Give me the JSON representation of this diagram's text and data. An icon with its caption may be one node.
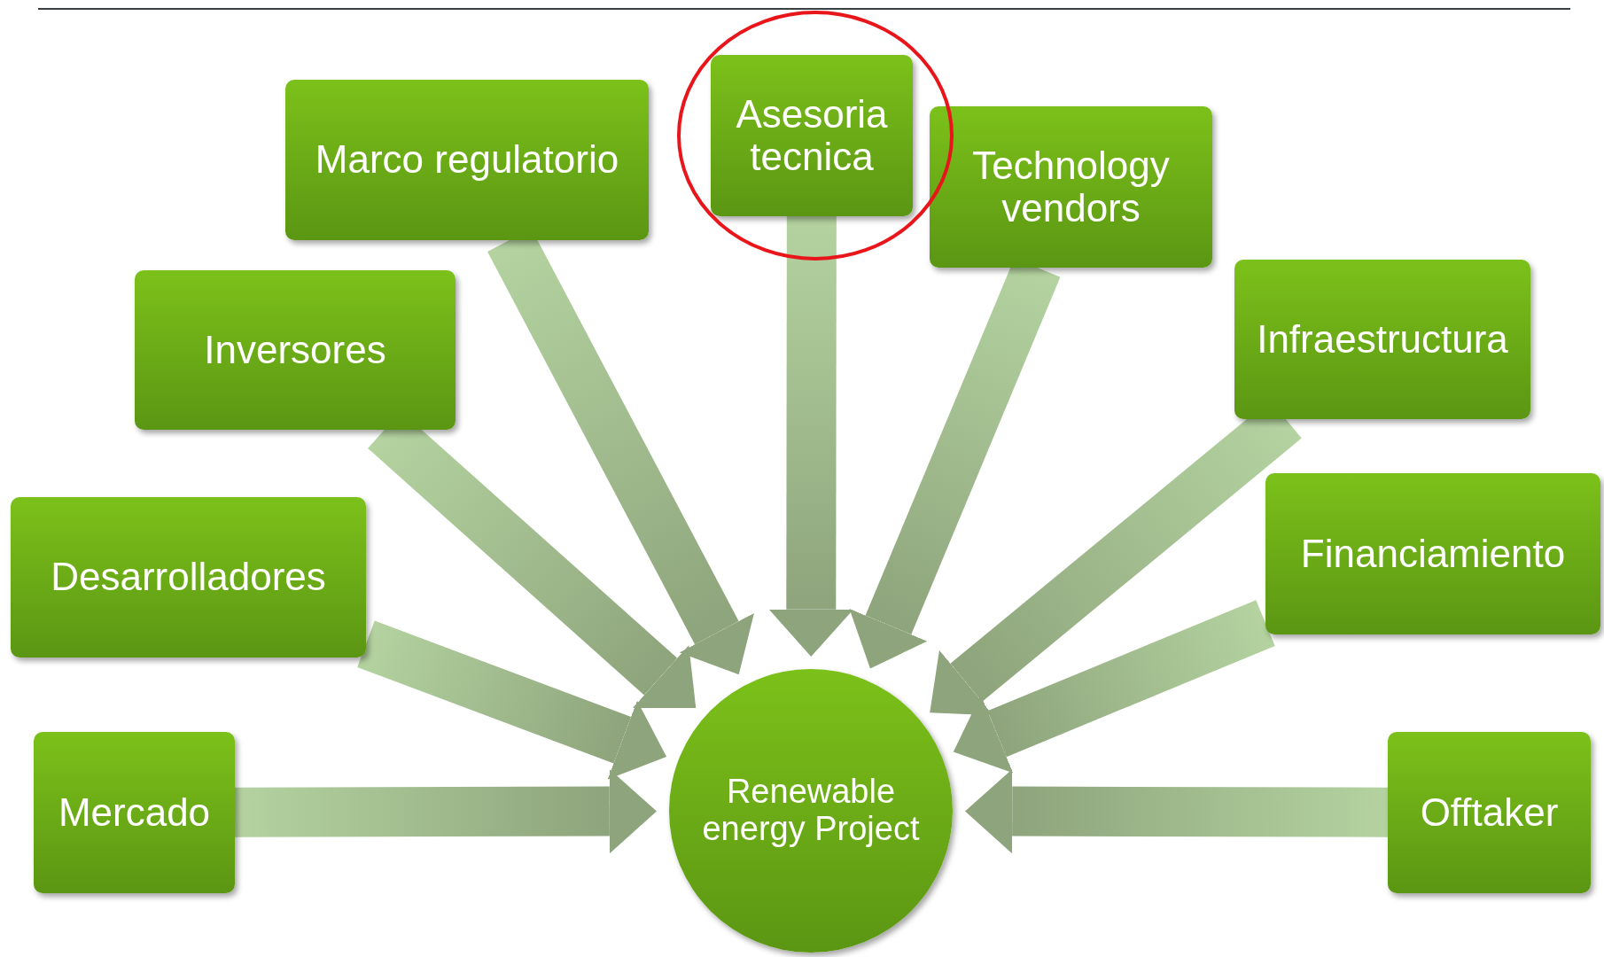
{
  "diagram": {
    "nodes": [
      {
        "text": [
          "Mercado"
        ]
      },
      {
        "text": [
          "Desarrolladores"
        ]
      },
      {
        "text": [
          "Inversores"
        ]
      },
      {
        "text": [
          "Marco regulatorio"
        ]
      },
      {
        "text": [
          "Asesoria tecnica"
        ]
      },
      {
        "text": [
          "Technology vendors"
        ]
      },
      {
        "text": [
          "Infraestructura"
        ]
      },
      {
        "text": [
          "Financiamiento"
        ]
      },
      {
        "text": [
          "Offtaker"
        ]
      },
      {
        "text": [
          "Renewable energy Project"
        ]
      }
    ],
    "edges": [
      {
        "from": 0,
        "to": 9,
        "arrow": "to"
      },
      {
        "from": 1,
        "to": 9,
        "arrow": "to"
      },
      {
        "from": 2,
        "to": 9,
        "arrow": "to"
      },
      {
        "from": 3,
        "to": 9,
        "arrow": "to"
      },
      {
        "from": 4,
        "to": 9,
        "arrow": "to"
      },
      {
        "from": 5,
        "to": 9,
        "arrow": "to"
      },
      {
        "from": 6,
        "to": 9,
        "arrow": "to"
      },
      {
        "from": 7,
        "to": 9,
        "arrow": "to"
      },
      {
        "from": 8,
        "to": 9,
        "arrow": "to"
      }
    ]
  }
}
